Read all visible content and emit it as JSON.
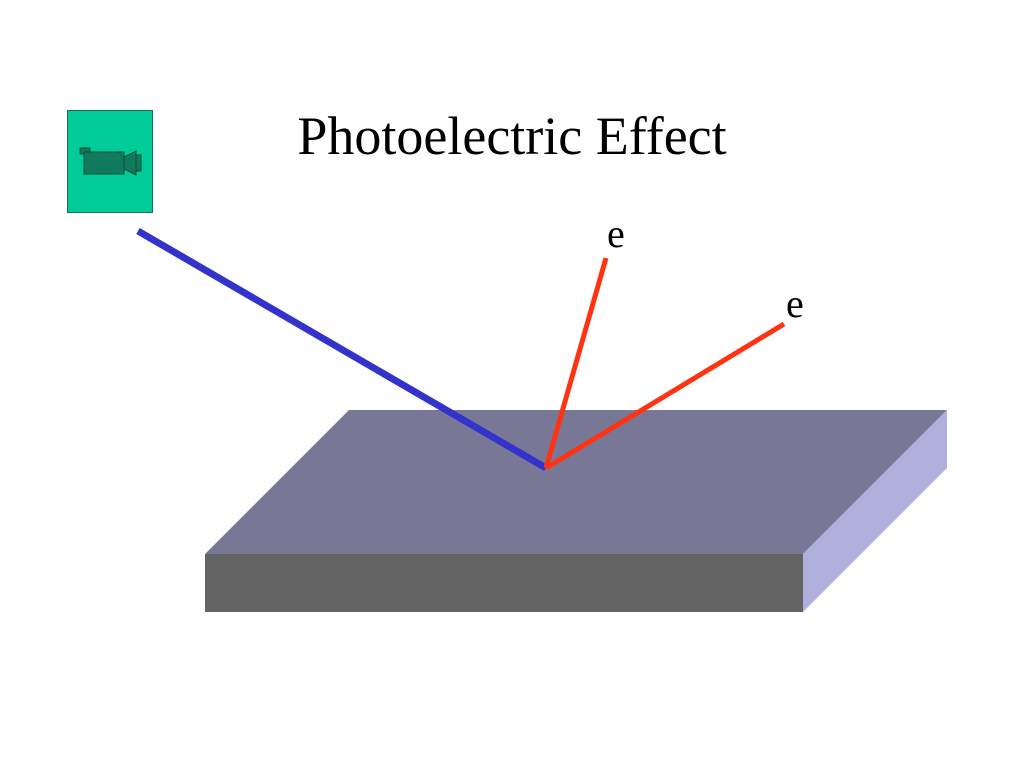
{
  "title": "Photoelectric Effect",
  "media_button": {
    "icon": "movie-camera-icon",
    "background": "#00cc99",
    "icon_color": "#107a5c"
  },
  "diagram": {
    "electron_labels": [
      "e",
      "e"
    ],
    "colors": {
      "plate_top": "#787896",
      "plate_front": "#646464",
      "plate_side": "#b0b0dc",
      "incident_light": "#3333cc",
      "electron_path": "#ff3311"
    }
  }
}
